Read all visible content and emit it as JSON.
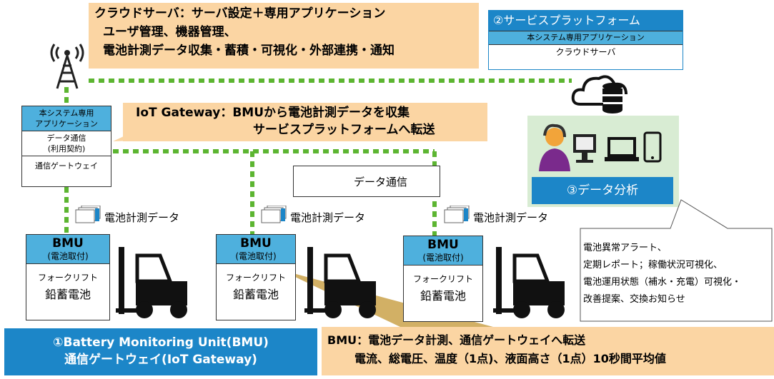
{
  "cloud_callout": {
    "lines": [
      "クラウドサーバ：サーバ設定＋専用アプリケーション",
      "ユーザ管理、機器管理、",
      "電池計測データ収集・蓄積・可視化・外部連携・通知"
    ]
  },
  "service_platform": {
    "title": "②サービスプラットフォーム",
    "app_label": "本システム専用アプリケーション",
    "server_label": "クラウドサーバ"
  },
  "gateway_box": {
    "app_label": "本システム専用\nアプリケーション",
    "data_comm": "データ通信\n(利用契約)",
    "gateway_label": "通信ゲートウェイ"
  },
  "iot_callout": {
    "lines": [
      "IoT Gateway：BMUから電池計測データを収集",
      "サービスプラットフォームへ転送"
    ]
  },
  "legend": {
    "label": "データ通信"
  },
  "analysis": {
    "label": "③データ分析"
  },
  "balloon": {
    "lines": [
      "電池異常アラート、",
      "定期レポート；稼働状況可視化、",
      "電池運用状態（補水・充電）可視化・",
      "改善提案、交換お知らせ"
    ]
  },
  "measurement_label": "電池計測データ",
  "bmu_units": [
    {
      "title": "BMU",
      "subtitle": "(電池取付)",
      "line1": "フォークリフト",
      "line2": "鉛蓄電池"
    },
    {
      "title": "BMU",
      "subtitle": "(電池取付)",
      "line1": "フォークリフト",
      "line2": "鉛蓄電池"
    },
    {
      "title": "BMU",
      "subtitle": "(電池取付)",
      "line1": "フォークリフト",
      "line2": "鉛蓄電池"
    }
  ],
  "bottom_title": {
    "line1": "①Battery Monitoring Unit(BMU)",
    "line2": "通信ゲートウェイ(IoT Gateway)"
  },
  "bmu_callout": {
    "line1": "BMU：電池データ計測、通信ゲートウェイへ転送",
    "line2": "電流、総電圧、温度（1点)、液面高さ（1点）10秒間平均値"
  },
  "colors": {
    "accent_blue": "#1c86c8",
    "light_blue": "#4eb0dd",
    "link_green": "#5cb531",
    "callout_orange": "#fbd5a3",
    "panel_green": "#d8ecd3"
  },
  "icons": [
    "antenna-icon",
    "cloud-icon",
    "database-icon",
    "operator-icon",
    "laptop-icon",
    "tablet-icon",
    "document-stack-icon",
    "forklift-icon"
  ]
}
